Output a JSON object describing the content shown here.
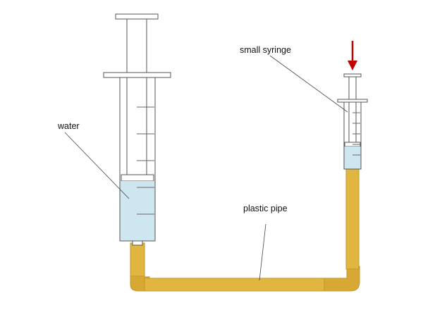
{
  "labels": {
    "water": "water",
    "small_syringe": "small syringe",
    "plastic_pipe": "plastic pipe"
  },
  "colors": {
    "water": "#cde6f0",
    "pipe": "#e0b640",
    "pipe_dark": "#c4962a",
    "outline": "#555555",
    "arrow": "#c00000"
  }
}
